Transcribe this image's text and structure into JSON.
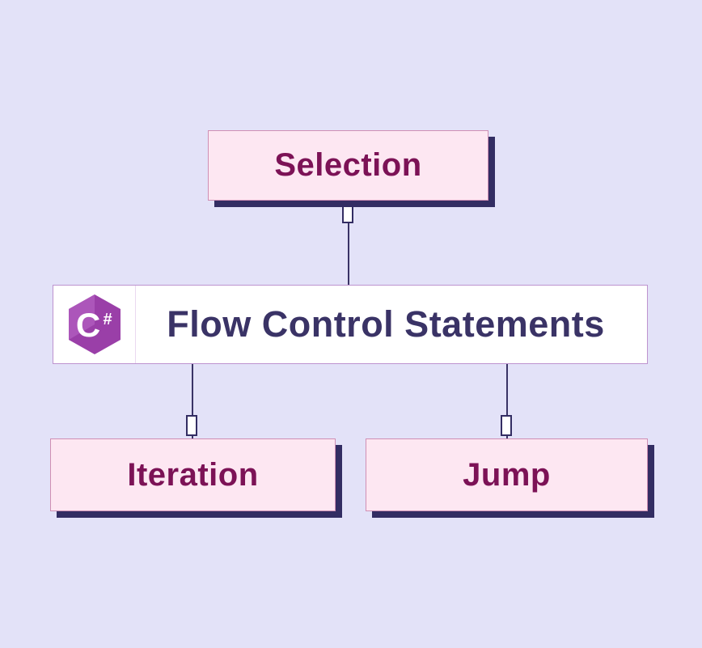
{
  "title": "Flow Control Statements",
  "nodes": {
    "selection": {
      "label": "Selection"
    },
    "iteration": {
      "label": "Iteration"
    },
    "jump": {
      "label": "Jump"
    }
  },
  "logo": {
    "letter": "C",
    "symbol": "#"
  },
  "colors": {
    "background": "#e3e2f8",
    "node_fill": "#fde7f2",
    "node_border": "#cf8fb4",
    "node_text": "#7c1256",
    "shadow": "#332d63",
    "center_fill": "#ffffff",
    "center_border": "#bd93cf",
    "title_text": "#3a3366",
    "connector": "#3a3366",
    "logo_purple": "#9a3fa8",
    "logo_light": "#b15fc0"
  }
}
